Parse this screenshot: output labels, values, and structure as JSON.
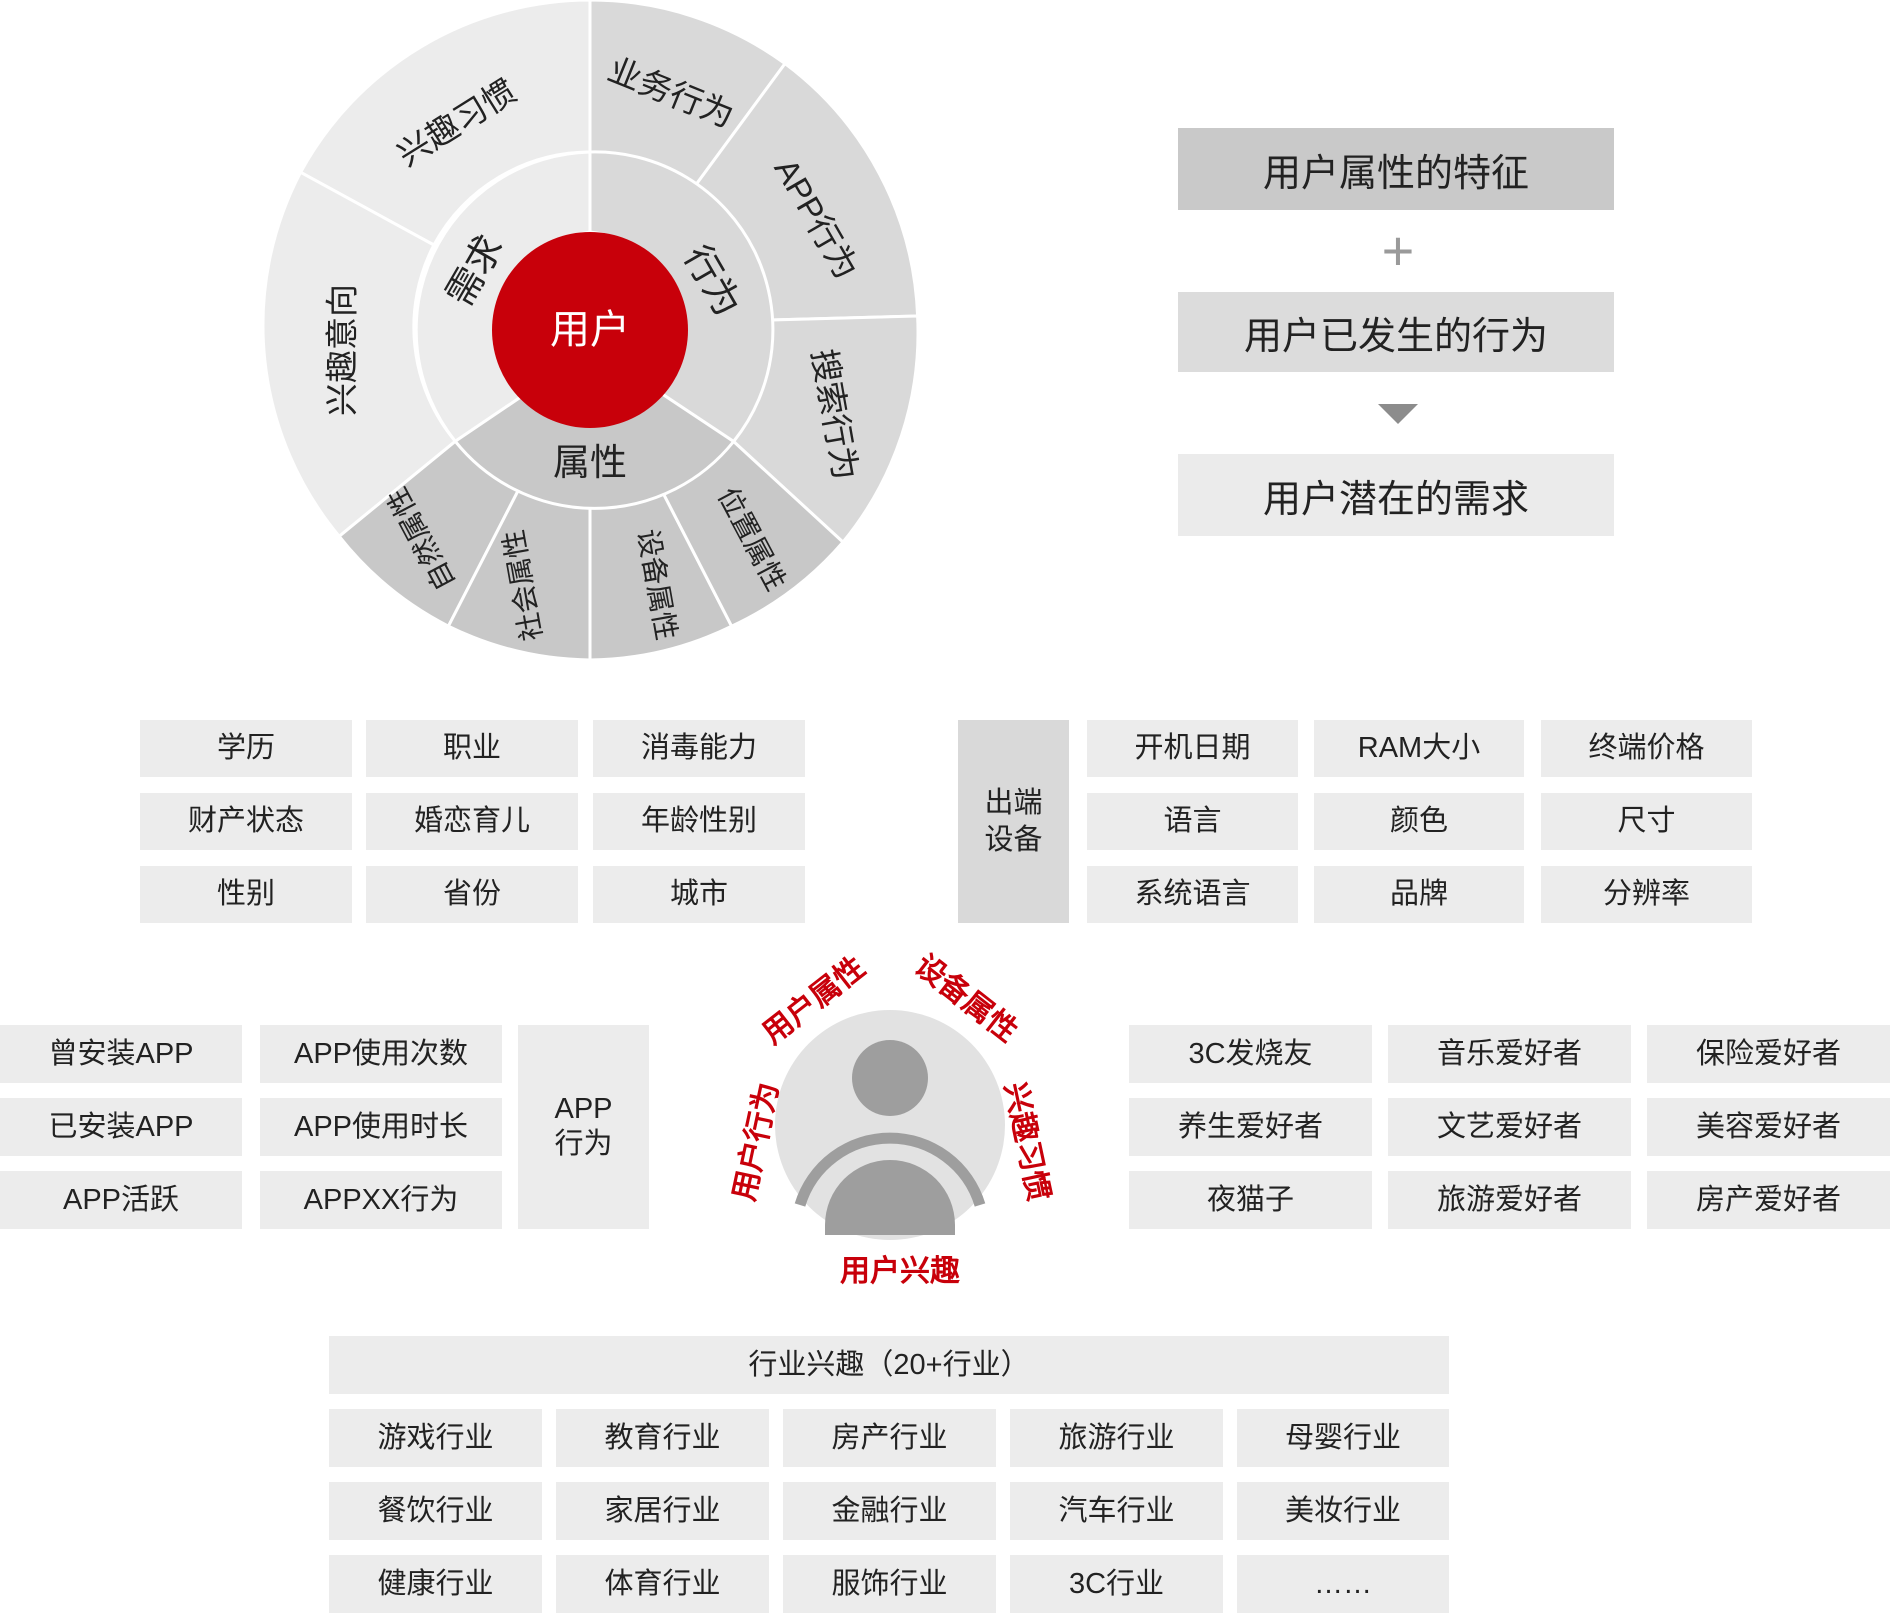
{
  "wheel": {
    "center": "用户",
    "inner": {
      "demand": "需求",
      "behavior": "行为",
      "attribute": "属性"
    },
    "outer": {
      "interest_habit": "兴趣习惯",
      "business_behavior": "业务行为",
      "app_behavior": "APP行为",
      "search_behavior": "搜索行为",
      "interest_intent": "兴趣意向",
      "natural_attr": "自然属性",
      "social_attr": "社会属性",
      "device_attr": "设备属性",
      "location_attr": "位置属性"
    }
  },
  "flow": {
    "step1": "用户属性的特征",
    "plus": "+",
    "step2": "用户已发生的行为",
    "step3": "用户潜在的需求"
  },
  "user_attr_grid": [
    [
      "学历",
      "职业",
      "消毒能力"
    ],
    [
      "财产状态",
      "婚恋育儿",
      "年龄性别"
    ],
    [
      "性别",
      "省份",
      "城市"
    ]
  ],
  "device": {
    "label": "出端\n设备",
    "grid": [
      [
        "开机日期",
        "RAM大小",
        "终端价格"
      ],
      [
        "语言",
        "颜色",
        "尺寸"
      ],
      [
        "系统语言",
        "品牌",
        "分辨率"
      ]
    ]
  },
  "app": {
    "grid": [
      [
        "曾安装APP",
        "APP使用次数"
      ],
      [
        "已安装APP",
        "APP使用时长"
      ],
      [
        "APP活跃",
        "APPXX行为"
      ]
    ],
    "label": "APP\n行为"
  },
  "persona": {
    "user_attr": "用户属性",
    "device_attr": "设备属性",
    "user_behavior": "用户行为",
    "interest_habit": "兴趣习惯",
    "user_interest": "用户兴趣"
  },
  "hobby_grid": [
    [
      "3C发烧友",
      "音乐爱好者",
      "保险爱好者"
    ],
    [
      "养生爱好者",
      "文艺爱好者",
      "美容爱好者"
    ],
    [
      "夜猫子",
      "旅游爱好者",
      "房产爱好者"
    ]
  ],
  "industry": {
    "header": "行业兴趣（20+行业）",
    "grid": [
      [
        "游戏行业",
        "教育行业",
        "房产行业",
        "旅游行业",
        "母婴行业"
      ],
      [
        "餐饮行业",
        "家居行业",
        "金融行业",
        "汽车行业",
        "美妆行业"
      ],
      [
        "健康行业",
        "体育行业",
        "服饰行业",
        "3C行业",
        "……"
      ]
    ]
  },
  "colors": {
    "accent": "#c8000a",
    "cell": "#ececec",
    "cell_dark": "#d9d9d9",
    "ring_dark": "#c8c8c8"
  }
}
